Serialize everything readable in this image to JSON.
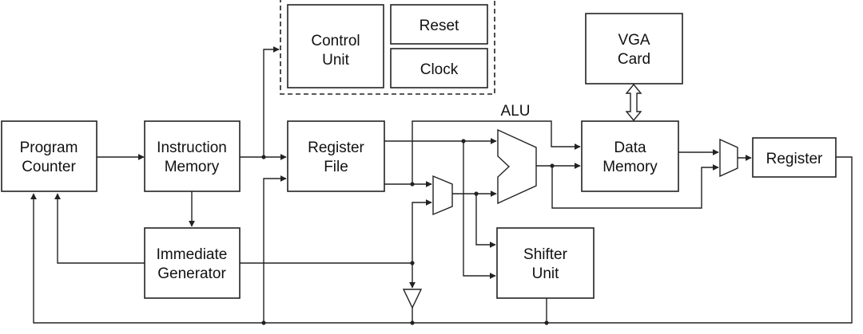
{
  "blocks": {
    "program_counter": [
      "Program",
      "Counter"
    ],
    "instruction_memory": [
      "Instruction",
      "Memory"
    ],
    "immediate_generator": [
      "Immediate",
      "Generator"
    ],
    "control_unit": [
      "Control",
      "Unit"
    ],
    "reset": "Reset",
    "clock": "Clock",
    "register_file": [
      "Register",
      "File"
    ],
    "alu": "ALU",
    "vga_card": [
      "VGA",
      "Card"
    ],
    "data_memory": [
      "Data",
      "Memory"
    ],
    "register": "Register",
    "shifter_unit": [
      "Shifter",
      "Unit"
    ]
  }
}
